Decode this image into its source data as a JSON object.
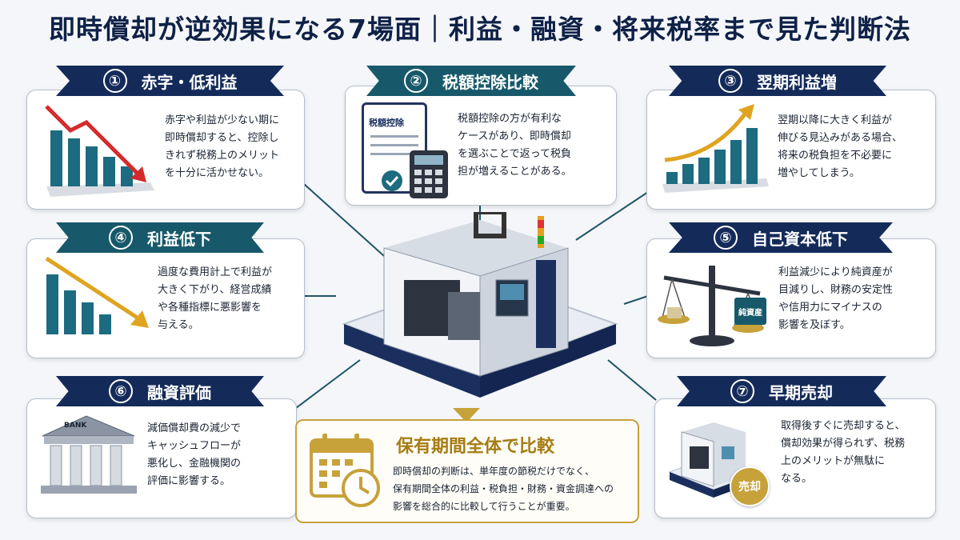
{
  "title": "即時償却が逆効果になる7場面｜利益・融資・将来税率まで見た判断法",
  "cards": [
    {
      "num": "①",
      "label": "赤字・低利益",
      "text": "赤字や利益が少ない期に\n即時償却すると、控除し\nきれず税務上のメリット\nを十分に活かせない。"
    },
    {
      "num": "②",
      "label": "税額控除比較",
      "text": "税額控除の方が有利な\nケースがあり、即時償却\nを選ぶことで返って税負\n担が増えることがある。",
      "clipboard_label": "税額控除"
    },
    {
      "num": "③",
      "label": "翌期利益増",
      "text": "翌期以降に大きく利益が\n伸びる見込みがある場合、\n将来の税負担を不必要に\n増やしてしまう。"
    },
    {
      "num": "④",
      "label": "利益低下",
      "text": "過度な費用計上で利益が\n大きく下がり、経営成績\nや各種指標に悪影響を\n与える。"
    },
    {
      "num": "⑤",
      "label": "自己資本低下",
      "text": "利益減少により純資産が\n目減りし、財務の安定性\nや信用力にマイナスの\n影響を及ぼす。",
      "scale_label": "純資産"
    },
    {
      "num": "⑥",
      "label": "融資評価",
      "text": "減価償却費の減少で\nキャッシュフローが\n悪化し、金融機関の\n評価に影響する。",
      "bank_label": "BANK"
    },
    {
      "num": "⑦",
      "label": "早期売却",
      "text": "取得後すぐに売却すると、\n償却効果が得られず、税務\n上のメリットが無駄に\nなる。",
      "badge_label": "売却"
    }
  ],
  "summary": {
    "title": "保有期間全体で比較",
    "text": "即時償却の判断は、単年度の節税だけでなく、\n保有期間全体の利益・税負担・財務・資金調達への\n影響を総合的に比較して行うことが重要。"
  },
  "colors": {
    "navy": "#142b5a",
    "teal": "#17596a",
    "gold": "#c7a13a",
    "red": "#d42b2b"
  }
}
